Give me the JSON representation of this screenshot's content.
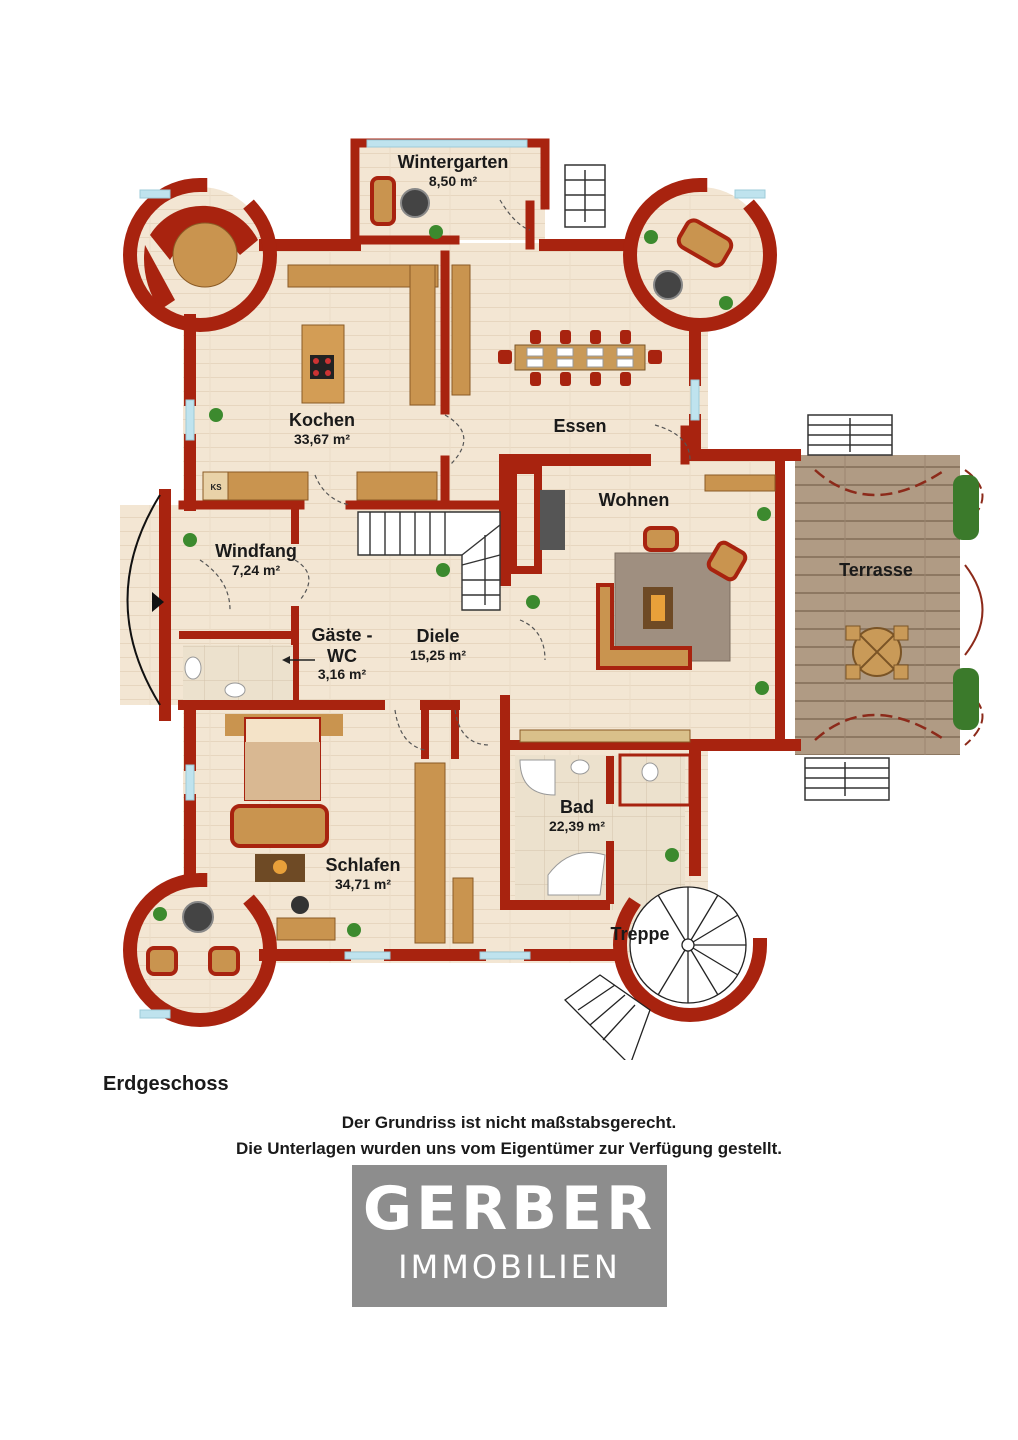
{
  "plan": {
    "floor_title": "Erdgeschoss",
    "rooms": [
      {
        "id": "wintergarten",
        "name": "Wintergarten",
        "area": "8,50 m²"
      },
      {
        "id": "kochen",
        "name": "Kochen",
        "area": "33,67 m²"
      },
      {
        "id": "essen",
        "name": "Essen",
        "area": ""
      },
      {
        "id": "wohnen",
        "name": "Wohnen",
        "area": ""
      },
      {
        "id": "windfang",
        "name": "Windfang",
        "area": "7,24 m²"
      },
      {
        "id": "gaeste-wc",
        "name": "Gäste -",
        "name2": "WC",
        "area": "3,16 m²"
      },
      {
        "id": "diele",
        "name": "Diele",
        "area": "15,25 m²"
      },
      {
        "id": "terrasse",
        "name": "Terrasse",
        "area": ""
      },
      {
        "id": "bad",
        "name": "Bad",
        "area": "22,39 m²"
      },
      {
        "id": "schlafen",
        "name": "Schlafen",
        "area": "34,71 m²"
      },
      {
        "id": "treppe",
        "name": "Treppe",
        "area": ""
      }
    ],
    "cabinet_label": "KS"
  },
  "disclaimer": {
    "line1": "Der Grundriss ist nicht maßstabsgerecht.",
    "line2": "Die Unterlagen wurden uns vom Eigentümer zur Verfügung gestellt."
  },
  "logo": {
    "brand": "GERBER",
    "sub": "IMMOBILIEN"
  },
  "colors": {
    "wall": "#a8230f",
    "floor": "#f3e6d3",
    "wood": "#c9944f",
    "terrace": "#a8917a",
    "window": "#bfe3ee",
    "tile": "#e9ddc8",
    "logo_bg": "#8d8d8d"
  }
}
